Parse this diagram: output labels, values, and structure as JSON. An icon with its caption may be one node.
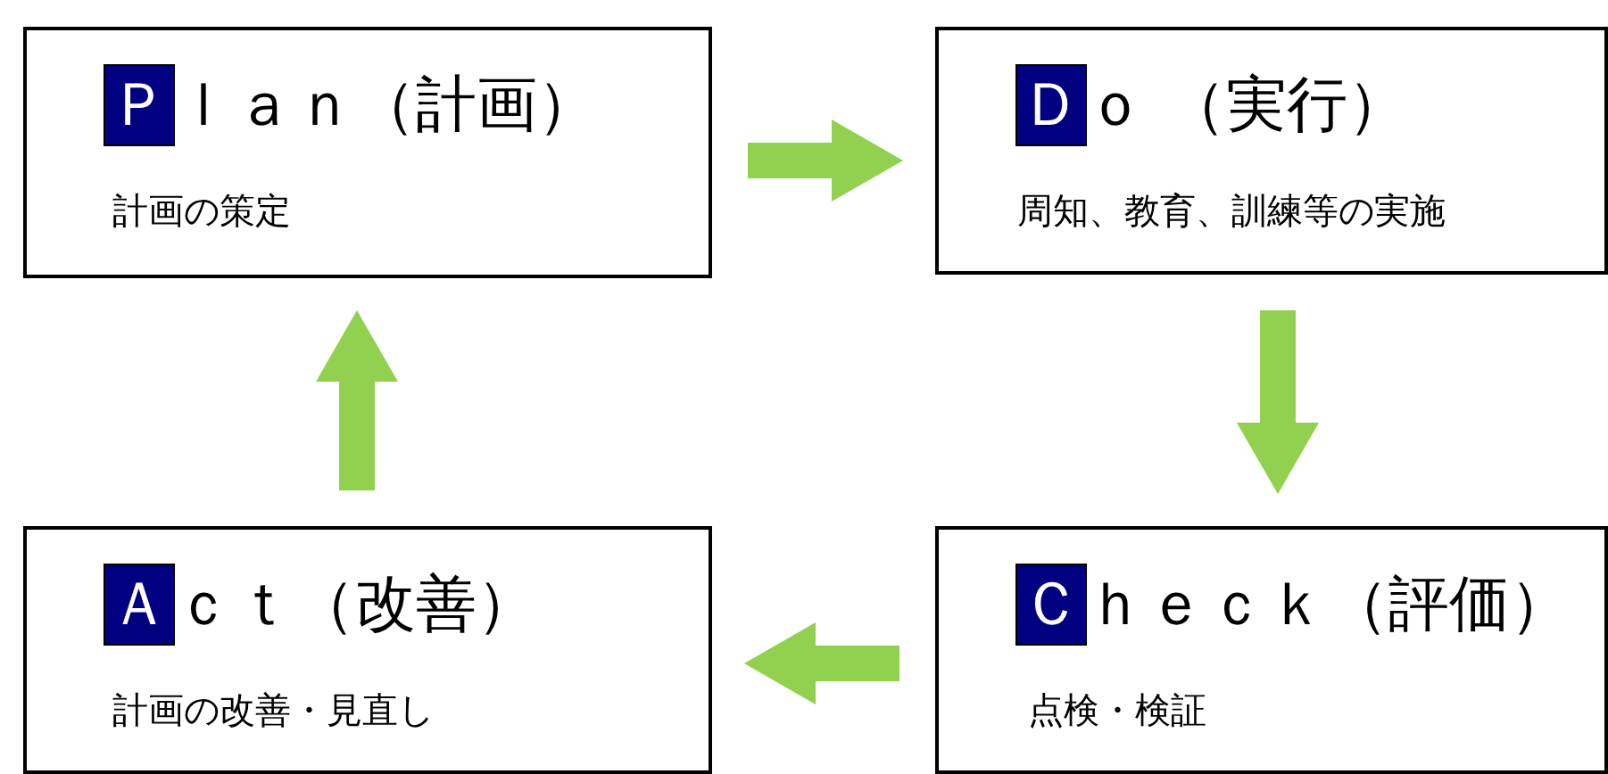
{
  "diagram": {
    "nodes": [
      {
        "text": [
          "Ｐｌａｎ（計画）",
          "計画の策定"
        ]
      },
      {
        "text": [
          "Ｄｏ （実行）",
          "周知、教育、訓練等の実施"
        ]
      },
      {
        "text": [
          "Ｃｈｅｃｋ（評価）",
          "点検・検証"
        ]
      },
      {
        "text": [
          "Ａｃｔ（改善）",
          "計画の改善・見直し"
        ]
      }
    ],
    "edges": [
      {
        "from": 0,
        "to": 1,
        "arrow": "to"
      },
      {
        "from": 1,
        "to": 2,
        "arrow": "to"
      },
      {
        "from": 2,
        "to": 3,
        "arrow": "to"
      },
      {
        "from": 3,
        "to": 0,
        "arrow": "to"
      }
    ]
  }
}
